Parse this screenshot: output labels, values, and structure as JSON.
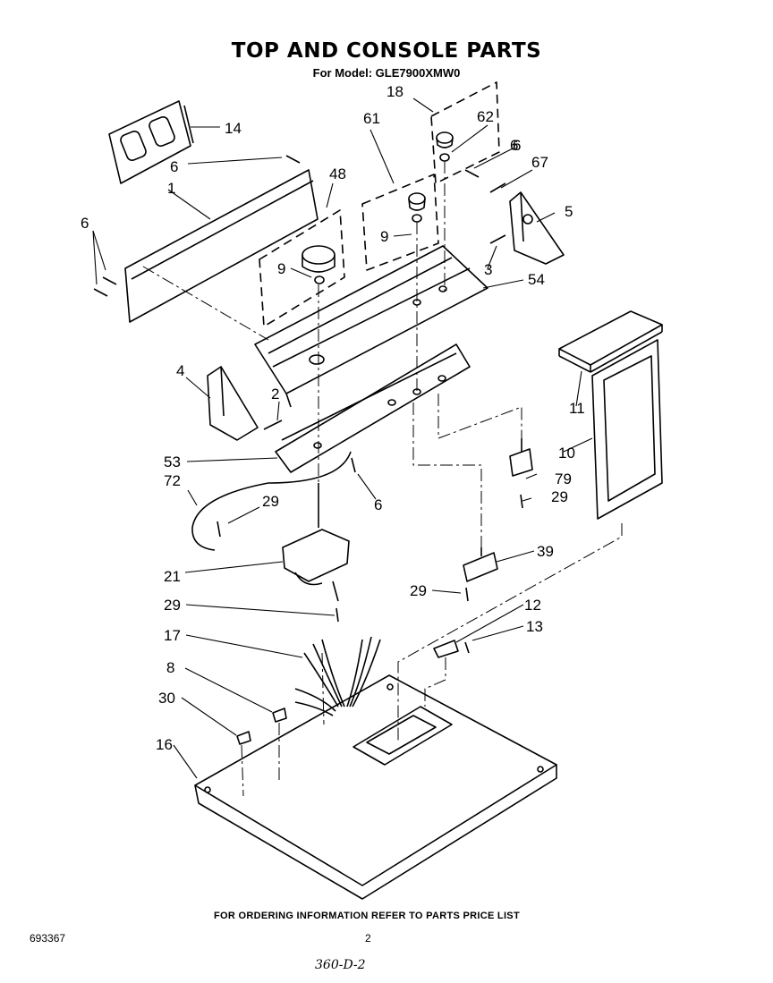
{
  "header": {
    "title": "TOP AND CONSOLE PARTS",
    "model": "For Model: GLE7900XMW0"
  },
  "callouts": [
    "18",
    "14",
    "61",
    "62",
    "6",
    "67",
    "48",
    "1",
    "5",
    "9",
    "9",
    "6",
    "3",
    "54",
    "4",
    "2",
    "11",
    "10",
    "53",
    "6",
    "72",
    "79",
    "29",
    "29",
    "21",
    "39",
    "29",
    "29",
    "12",
    "17",
    "13",
    "8",
    "30",
    "16",
    "6",
    "6"
  ],
  "footer": {
    "ordering_note": "FOR ORDERING INFORMATION REFER TO PARTS PRICE LIST",
    "document_number": "693367",
    "page_number": "2",
    "handwritten_note": "360-D-2"
  }
}
